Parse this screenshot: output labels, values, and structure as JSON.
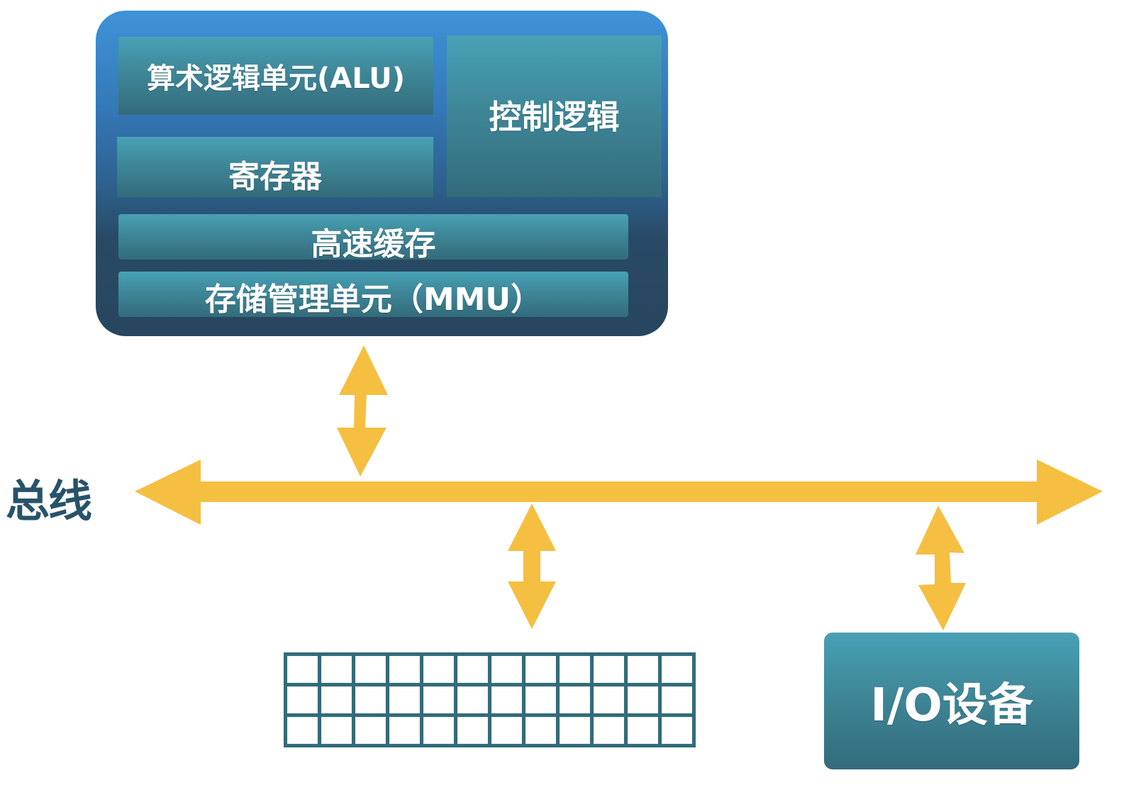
{
  "diagram": {
    "cpu": {
      "alu_label": "算术逻辑单元(ALU)",
      "control_label": "控制逻辑",
      "register_label": "寄存器",
      "cache_label": "高速缓存",
      "mmu_label": "存储管理单元（MMU）"
    },
    "bus": {
      "label": "总线",
      "color": "#f5bf41"
    },
    "memory": {
      "rows": 3,
      "columns": 12,
      "color": "#336b7b"
    },
    "io": {
      "label": "I/O设备"
    },
    "colors": {
      "cpu_top": "#3f93d8",
      "cpu_bottom": "#27465f",
      "block_top": "#48a1b6",
      "block_bottom": "#336b7b",
      "bus_label": "#27536a"
    }
  }
}
